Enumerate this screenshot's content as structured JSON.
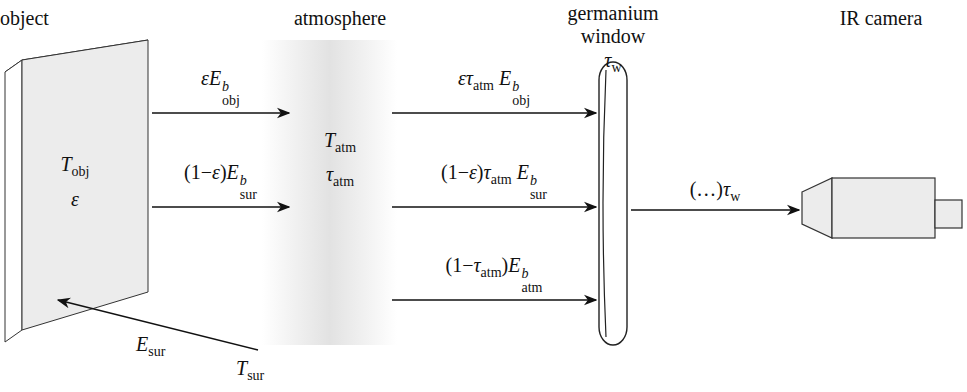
{
  "diagram": {
    "nodes": [
      {
        "text": [
          "object",
          "T_obj",
          "ε"
        ]
      },
      {
        "text": [
          "atmosphere",
          "T_atm",
          "τ_atm"
        ]
      },
      {
        "text": [
          "germanium window",
          "τ_w"
        ]
      },
      {
        "text": [
          "IR camera"
        ]
      }
    ],
    "edges": [
      {
        "from": 0,
        "to": 1,
        "label": "εE^b_obj",
        "arrow": "to"
      },
      {
        "from": 0,
        "to": 1,
        "label": "(1−ε)E^b_sur",
        "arrow": "to"
      },
      {
        "from": 1,
        "to": 2,
        "label": "ετ_atm E^b_obj",
        "arrow": "to"
      },
      {
        "from": 1,
        "to": 2,
        "label": "(1−ε)τ_atm E^b_sur",
        "arrow": "to"
      },
      {
        "from": 1,
        "to": 2,
        "label": "(1−τ_atm)E^b_atm",
        "arrow": "to"
      },
      {
        "from": 2,
        "to": 3,
        "label": "(…)τ_w",
        "arrow": "to"
      }
    ],
    "labels": [
      "E_sur",
      "T_sur"
    ]
  }
}
